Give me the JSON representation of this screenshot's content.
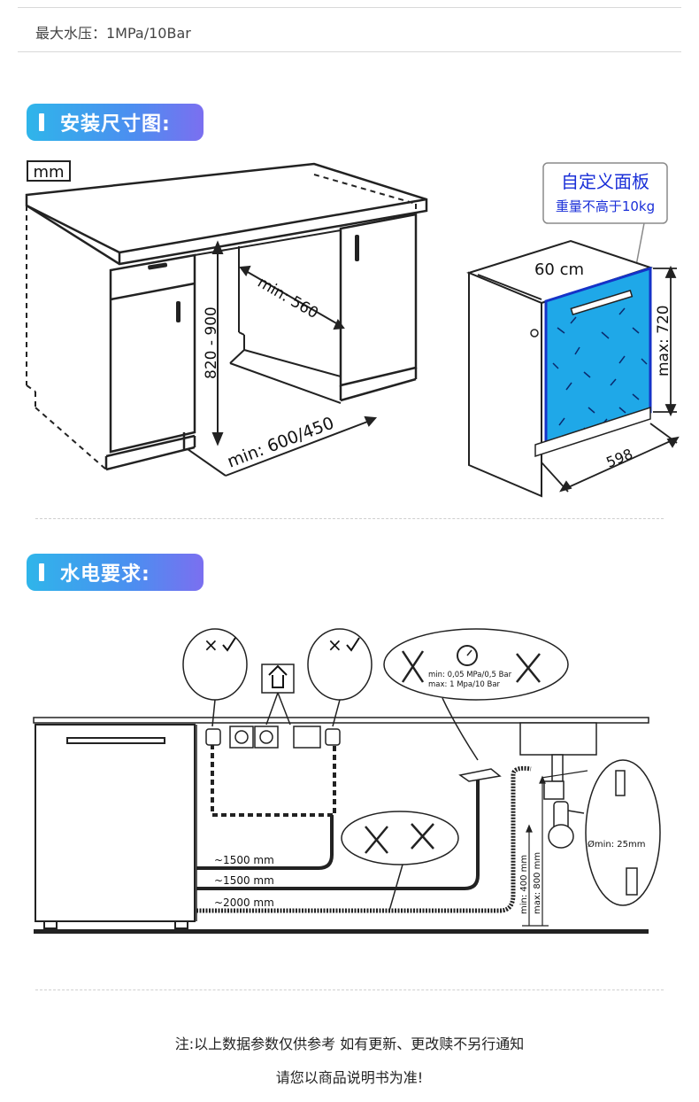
{
  "spec_line": "最大水压：1MPa/10Bar",
  "sections": {
    "install": {
      "title": "安装尺寸图:"
    },
    "utility": {
      "title": "水电要求:"
    }
  },
  "install_diagram": {
    "unit": "mm",
    "height_range": "820 - 900",
    "depth": "min: 560",
    "width_range": "min: 600/450",
    "panel_title": "自定义面板",
    "panel_weight": "重量不高于10kg",
    "panel_width": "60 cm",
    "panel_height": "max: 720",
    "appliance_width": "598",
    "panel_color": "#1fa8e8"
  },
  "utility_diagram": {
    "pressure_min": "min: 0,05 MPa/0,5 Bar",
    "pressure_max": "max: 1 Mpa/10 Bar",
    "hose_1": "~1500 mm",
    "hose_2": "~1500 mm",
    "hose_3": "~2000 mm",
    "drain_min": "min: 400 mm",
    "drain_max": "max: 800 mm",
    "siphon_diameter": "Ømin: 25mm",
    "socket_icon_label": "×"
  },
  "footer": {
    "line1": "注:以上数据参数仅供参考   如有更新、更改赎不另行通知",
    "line2": "请您以商品说明书为准!"
  }
}
